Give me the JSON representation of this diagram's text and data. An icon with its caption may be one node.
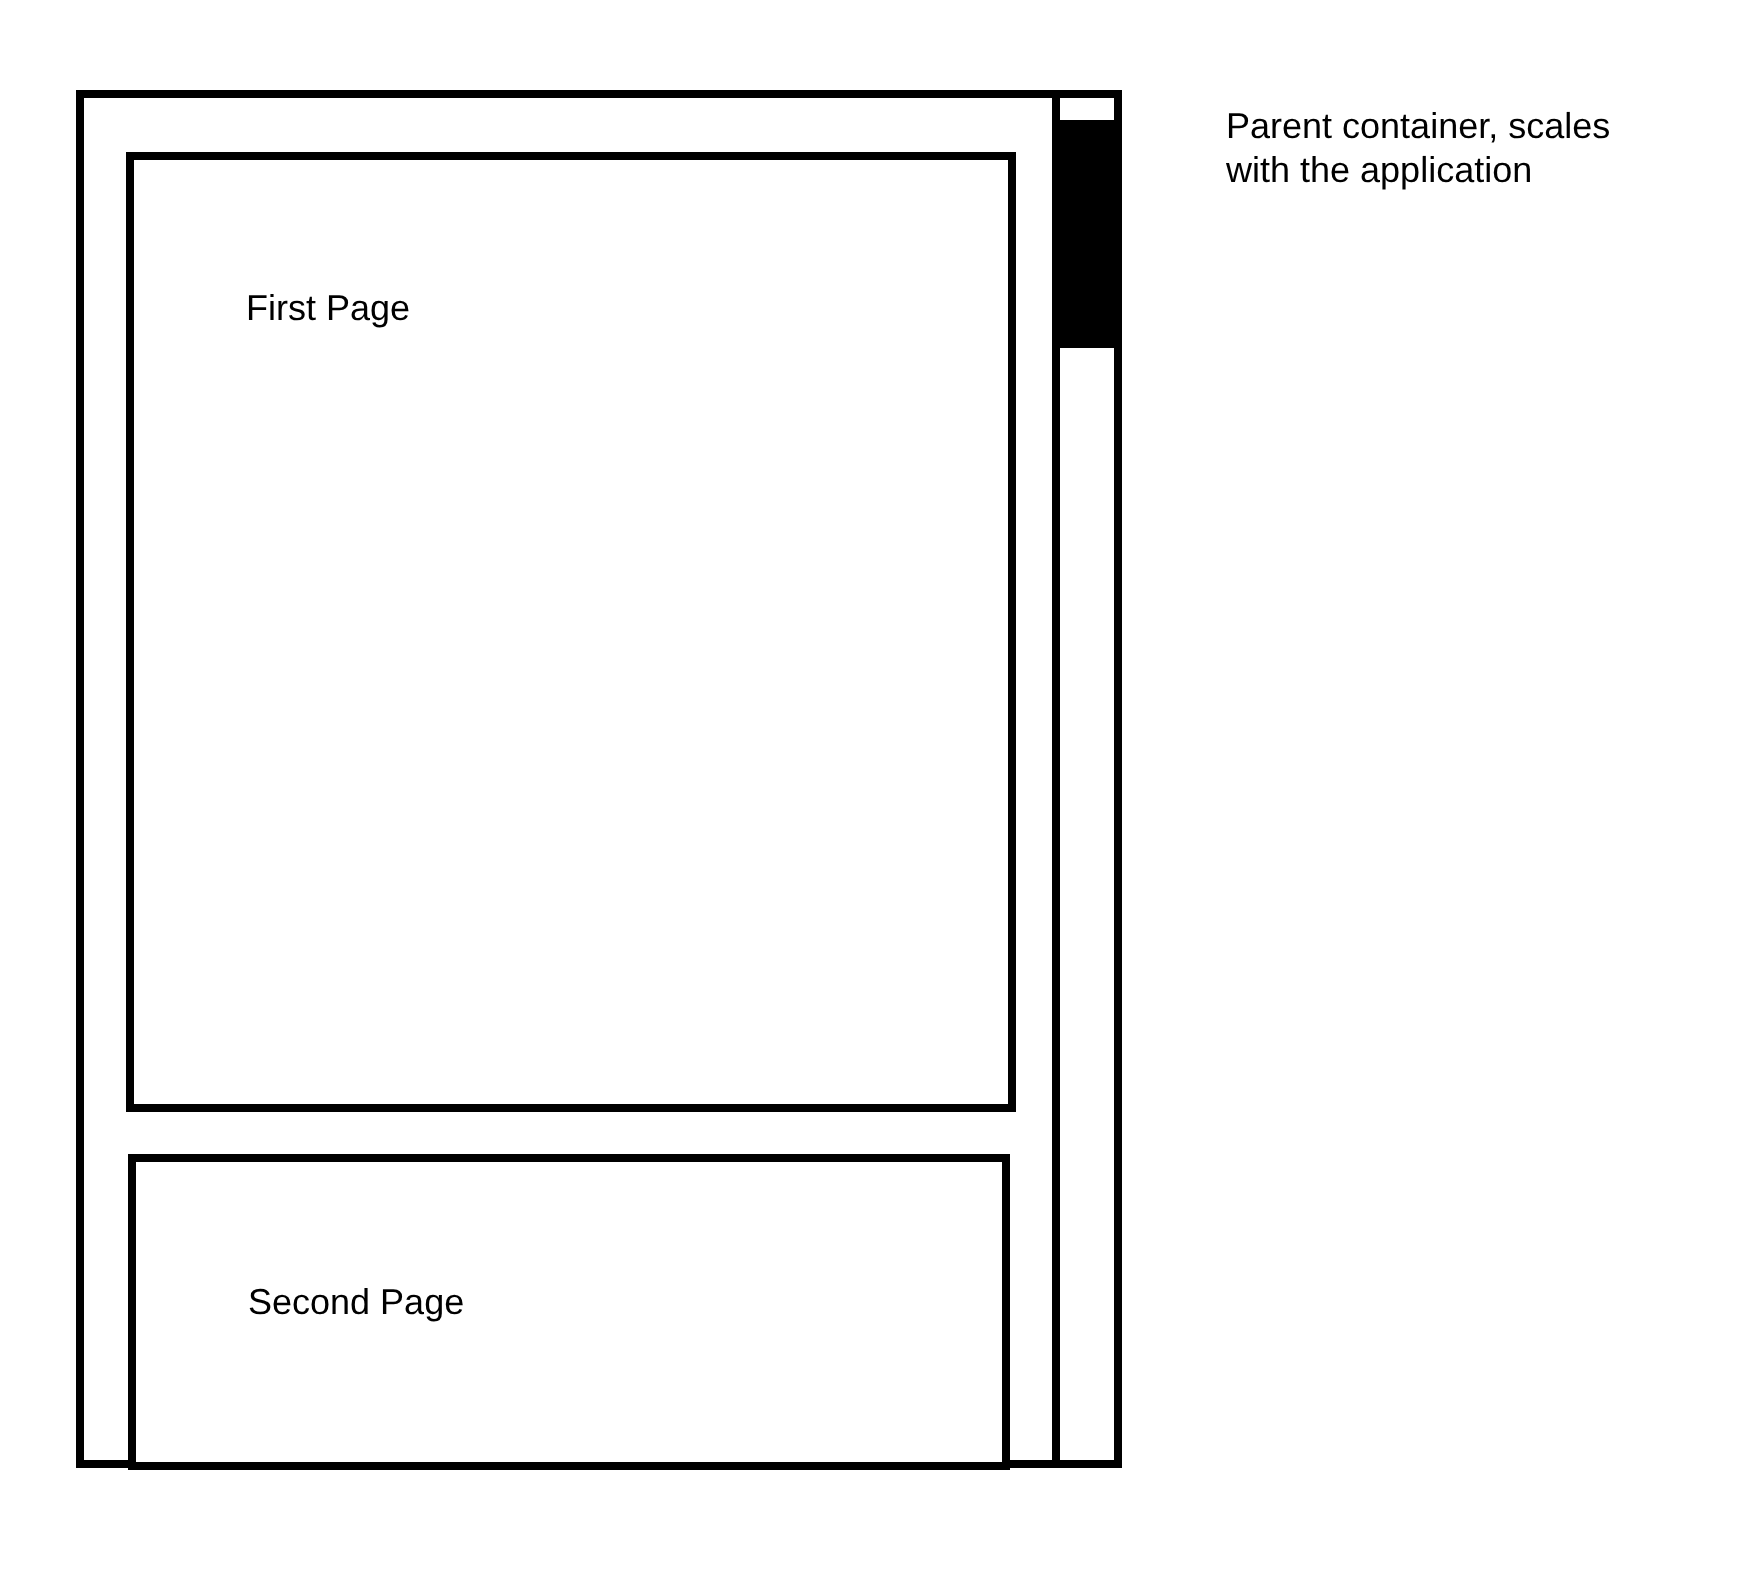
{
  "diagram": {
    "nodes": [
      {
        "text": [],
        "shape": "box",
        "beside": [
          "Parent container, scales with the application"
        ]
      },
      {
        "text": [
          "First Page"
        ],
        "in": 0
      },
      {
        "text": [
          "Second Page"
        ],
        "in": 0
      }
    ]
  }
}
